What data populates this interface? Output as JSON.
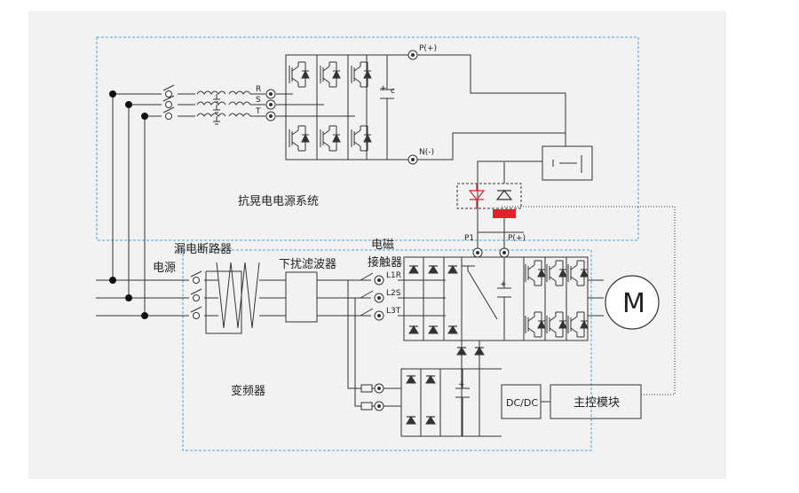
{
  "labels": {
    "upper_system": "抗晃电电源系统",
    "leakage_breaker": "漏电断路器",
    "power_source": "电源",
    "emi_filter": "下扰滤波器",
    "contactor": "电磁\n接触器",
    "inverter": "变频器",
    "control_module": "主控模块",
    "dcdc": "DC/DC",
    "motor": "M"
  },
  "terminals": {
    "p_plus_top": "P(+)",
    "n_minus": "N(-)",
    "p1": "P1",
    "p_plus_mid": "P(+)",
    "phase_r": "R",
    "phase_s": "S",
    "phase_t": "T",
    "l1r": "L1R",
    "l2s": "L2S",
    "l3t": "L3T",
    "cap_plus": "+",
    "cap_c": "c"
  },
  "colors": {
    "line": "#333333",
    "box_border": "#4aa3d8",
    "red": "#e0202a",
    "background": "#f2f2f2"
  }
}
